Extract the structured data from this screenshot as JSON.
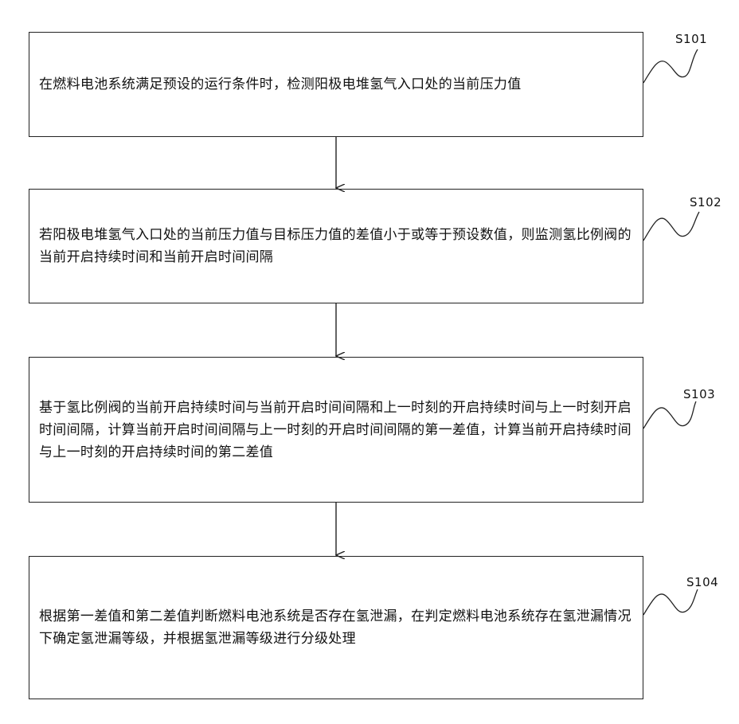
{
  "steps": [
    {
      "id": "S101",
      "label": "S101",
      "text": "在燃料电池系统满足预设的运行条件时，检测阳极电堆氢气入口处的当前压力值"
    },
    {
      "id": "S102",
      "label": "S102",
      "text": "若阳极电堆氢气入口处的当前压力值与目标压力值的差值小于或等于预设数值，则监测氢比例阀的当前开启持续时间和当前开启时间间隔"
    },
    {
      "id": "S103",
      "label": "S103",
      "text": "基于氢比例阀的当前开启持续时间与当前开启时间间隔和上一时刻的开启持续时间与上一时刻开启时间间隔，计算当前开启时间间隔与上一时刻的开启时间间隔的第一差值，计算当前开启持续时间与上一时刻的开启持续时间的第二差值"
    },
    {
      "id": "S104",
      "label": "S104",
      "text": "根据第一差值和第二差值判断燃料电池系统是否存在氢泄漏，在判定燃料电池系统存在氢泄漏情况下确定氢泄漏等级，并根据氢泄漏等级进行分级处理"
    }
  ]
}
